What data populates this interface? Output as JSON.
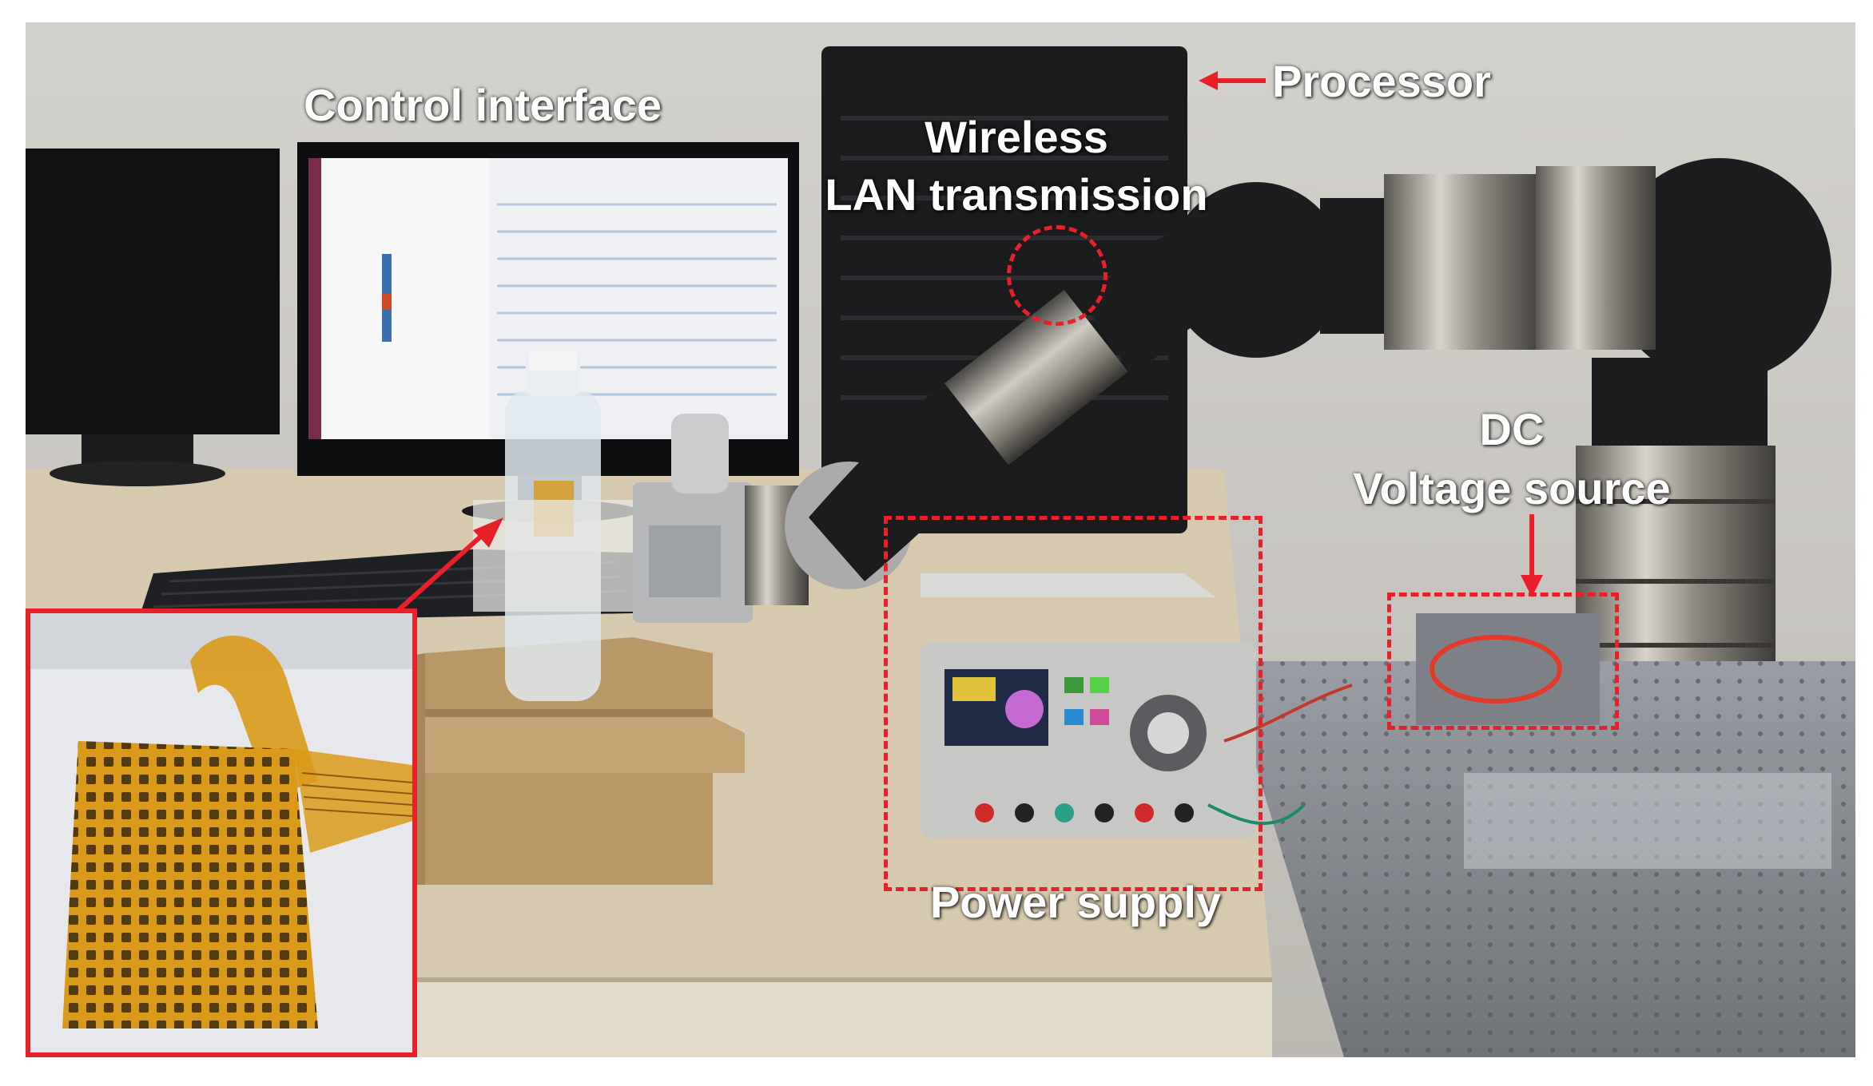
{
  "labels": {
    "control_interface": "Control interface",
    "processor": "Processor",
    "wireless_line1": "Wireless",
    "wireless_line2": "LAN transmission",
    "dc_line1": "DC",
    "dc_line2": "Voltage source",
    "power_supply": "Power supply"
  },
  "colors": {
    "annotation": "#e8202a",
    "label_text": "#ffffff",
    "wall": "#c9c7c2",
    "desk": "#d8cbb0",
    "flex_sensor": "#d99a1a"
  },
  "icons": {
    "processor_arrow": "arrow-left-icon",
    "dc_arrow": "arrow-down-icon",
    "inset_pointer": "arrow-up-right-icon"
  }
}
